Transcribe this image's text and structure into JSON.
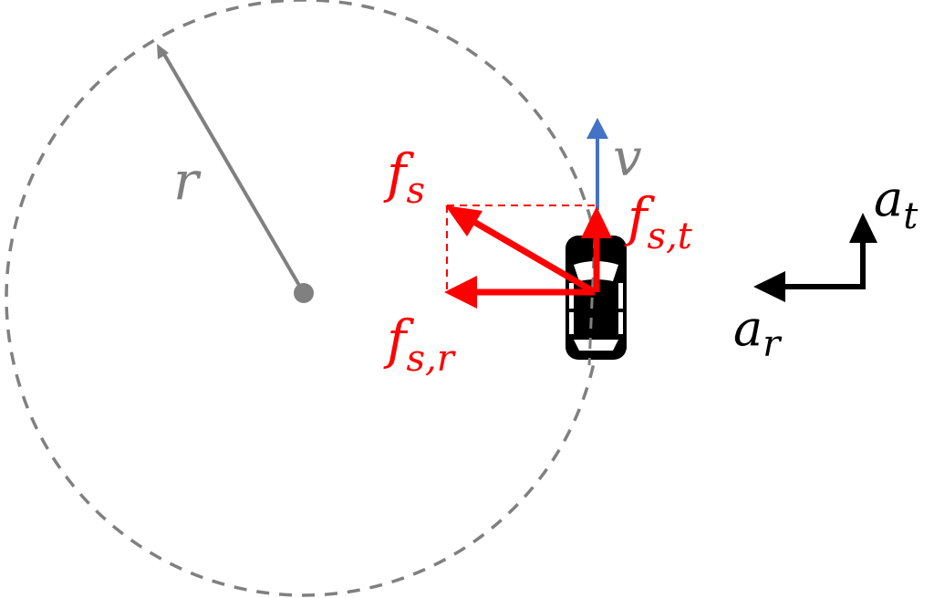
{
  "diagram": {
    "title": "Friction forces on a car moving along a circular path",
    "colors": {
      "circle": "#808080",
      "radius": "#808080",
      "velocity": "#4472C4",
      "friction": "#FF0000",
      "acceleration": "#000000",
      "car": "#000000",
      "background": "#FFFFFF"
    },
    "labels": {
      "radius": {
        "main": "r",
        "sub": ""
      },
      "velocity": {
        "main": "v",
        "sub": ""
      },
      "friction_total": {
        "main": "f",
        "sub": "s"
      },
      "friction_tangential": {
        "main": "f",
        "sub": "s,t"
      },
      "friction_radial": {
        "main": "f",
        "sub": "s,r"
      },
      "accel_tangential": {
        "main": "a",
        "sub": "t"
      },
      "accel_radial": {
        "main": "a",
        "sub": "r"
      }
    },
    "elements": [
      "dashed circular path",
      "center point",
      "radius vector r",
      "car",
      "velocity vector v",
      "static friction f_s",
      "tangential component f_s,t",
      "radial component f_s,r",
      "acceleration axes a_t and a_r"
    ]
  }
}
